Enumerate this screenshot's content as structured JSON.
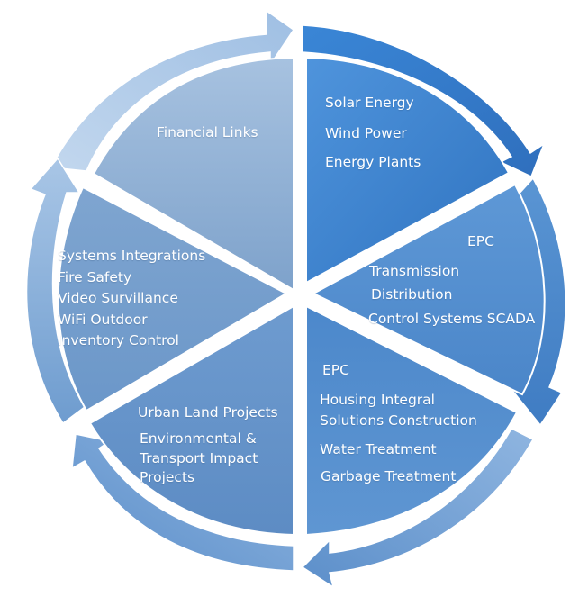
{
  "segments": [
    {
      "id": "financial",
      "lines": [
        "Financial Links"
      ]
    },
    {
      "id": "energy",
      "lines": [
        "Solar Energy",
        "Wind Power",
        "Energy Plants"
      ]
    },
    {
      "id": "epc-transmission",
      "lines": [
        "EPC",
        "Transmission",
        "Distribution",
        "Control Systems SCADA"
      ]
    },
    {
      "id": "epc-housing",
      "lines": [
        "EPC",
        "Housing Integral",
        "Solutions Construction",
        "Water Treatment",
        "Garbage Treatment"
      ]
    },
    {
      "id": "urban",
      "lines": [
        "Urban Land Projects",
        "Environmental &",
        "Transport Impact",
        "Projects"
      ]
    },
    {
      "id": "systems",
      "lines": [
        "Systems Integrations",
        "Fire Safety",
        "Video Survillance",
        "WiFi Outdoor",
        "Inventory Control"
      ]
    }
  ],
  "colors": {
    "pale_segment": "#8db0d6",
    "bright_segment": "#3d83cf",
    "ring_light": "#bcd3ec",
    "ring_dark": "#3f7fc6"
  }
}
